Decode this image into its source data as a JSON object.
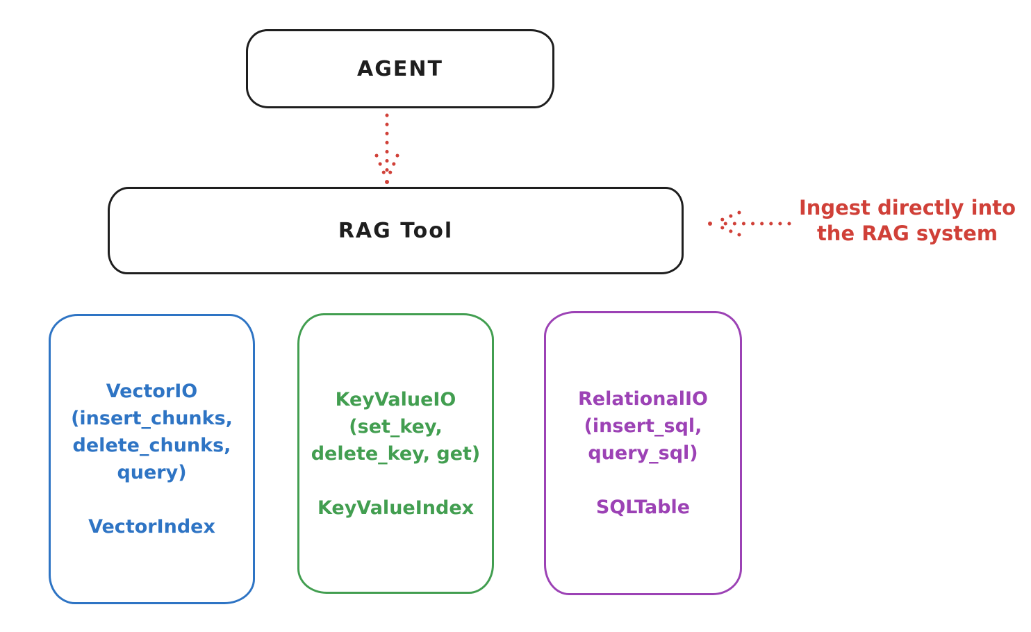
{
  "colors": {
    "background": "#ffffff",
    "ink": "#1e1e1e",
    "red": "#d04038",
    "blue": "#2e74c4",
    "green": "#429e50",
    "purple": "#9c42b5"
  },
  "diagram": {
    "agent": {
      "label": "AGENT"
    },
    "rag_tool": {
      "label": "RAG Tool"
    },
    "annotation": {
      "lines": [
        "Ingest directly into",
        "the RAG system"
      ]
    },
    "io_boxes": [
      {
        "id": "vector-io",
        "color": "#2e74c4",
        "lines": [
          "VectorIO",
          "(insert_chunks,",
          "delete_chunks,",
          "query)"
        ],
        "index_label": "VectorIndex"
      },
      {
        "id": "keyvalue-io",
        "color": "#429e50",
        "lines": [
          "KeyValueIO",
          "(set_key,",
          "delete_key, get)"
        ],
        "index_label": "KeyValueIndex"
      },
      {
        "id": "relational-io",
        "color": "#9c42b5",
        "lines": [
          "RelationalIO",
          "(insert_sql,",
          "query_sql)"
        ],
        "index_label": "SQLTable"
      }
    ],
    "arrows": [
      {
        "id": "agent-to-rag-tool",
        "style": "dotted",
        "color": "#d04038"
      },
      {
        "id": "annotation-to-rag-tool",
        "style": "dotted",
        "color": "#d04038"
      }
    ]
  }
}
